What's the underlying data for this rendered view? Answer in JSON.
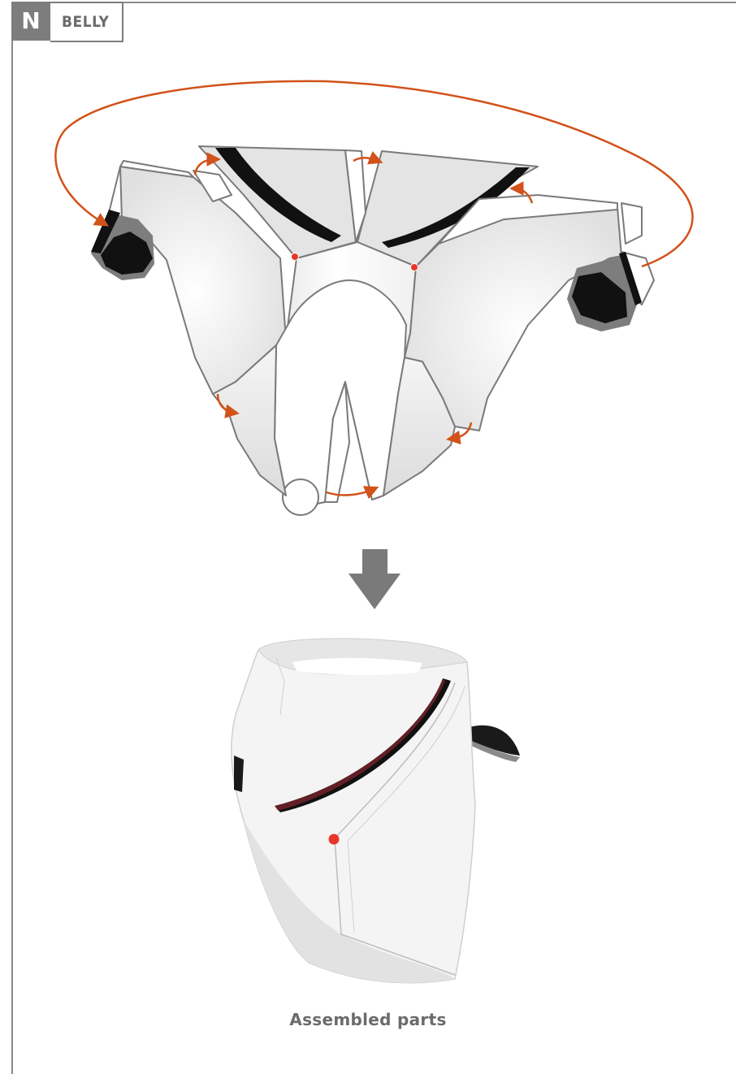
{
  "header": {
    "letter": "N",
    "title": "BELLY"
  },
  "caption": "Assembled parts",
  "colors": {
    "frame": "#8a8a8a",
    "badge": "#7d7d7d",
    "arrow": "#d2521a",
    "down_arrow": "#7a7a7a",
    "dot": "#e8352a",
    "panel": "#e2e2e2"
  },
  "icons": {
    "fold_arrows": "curved-arrow-icon",
    "result_arrow": "down-arrow-icon"
  }
}
